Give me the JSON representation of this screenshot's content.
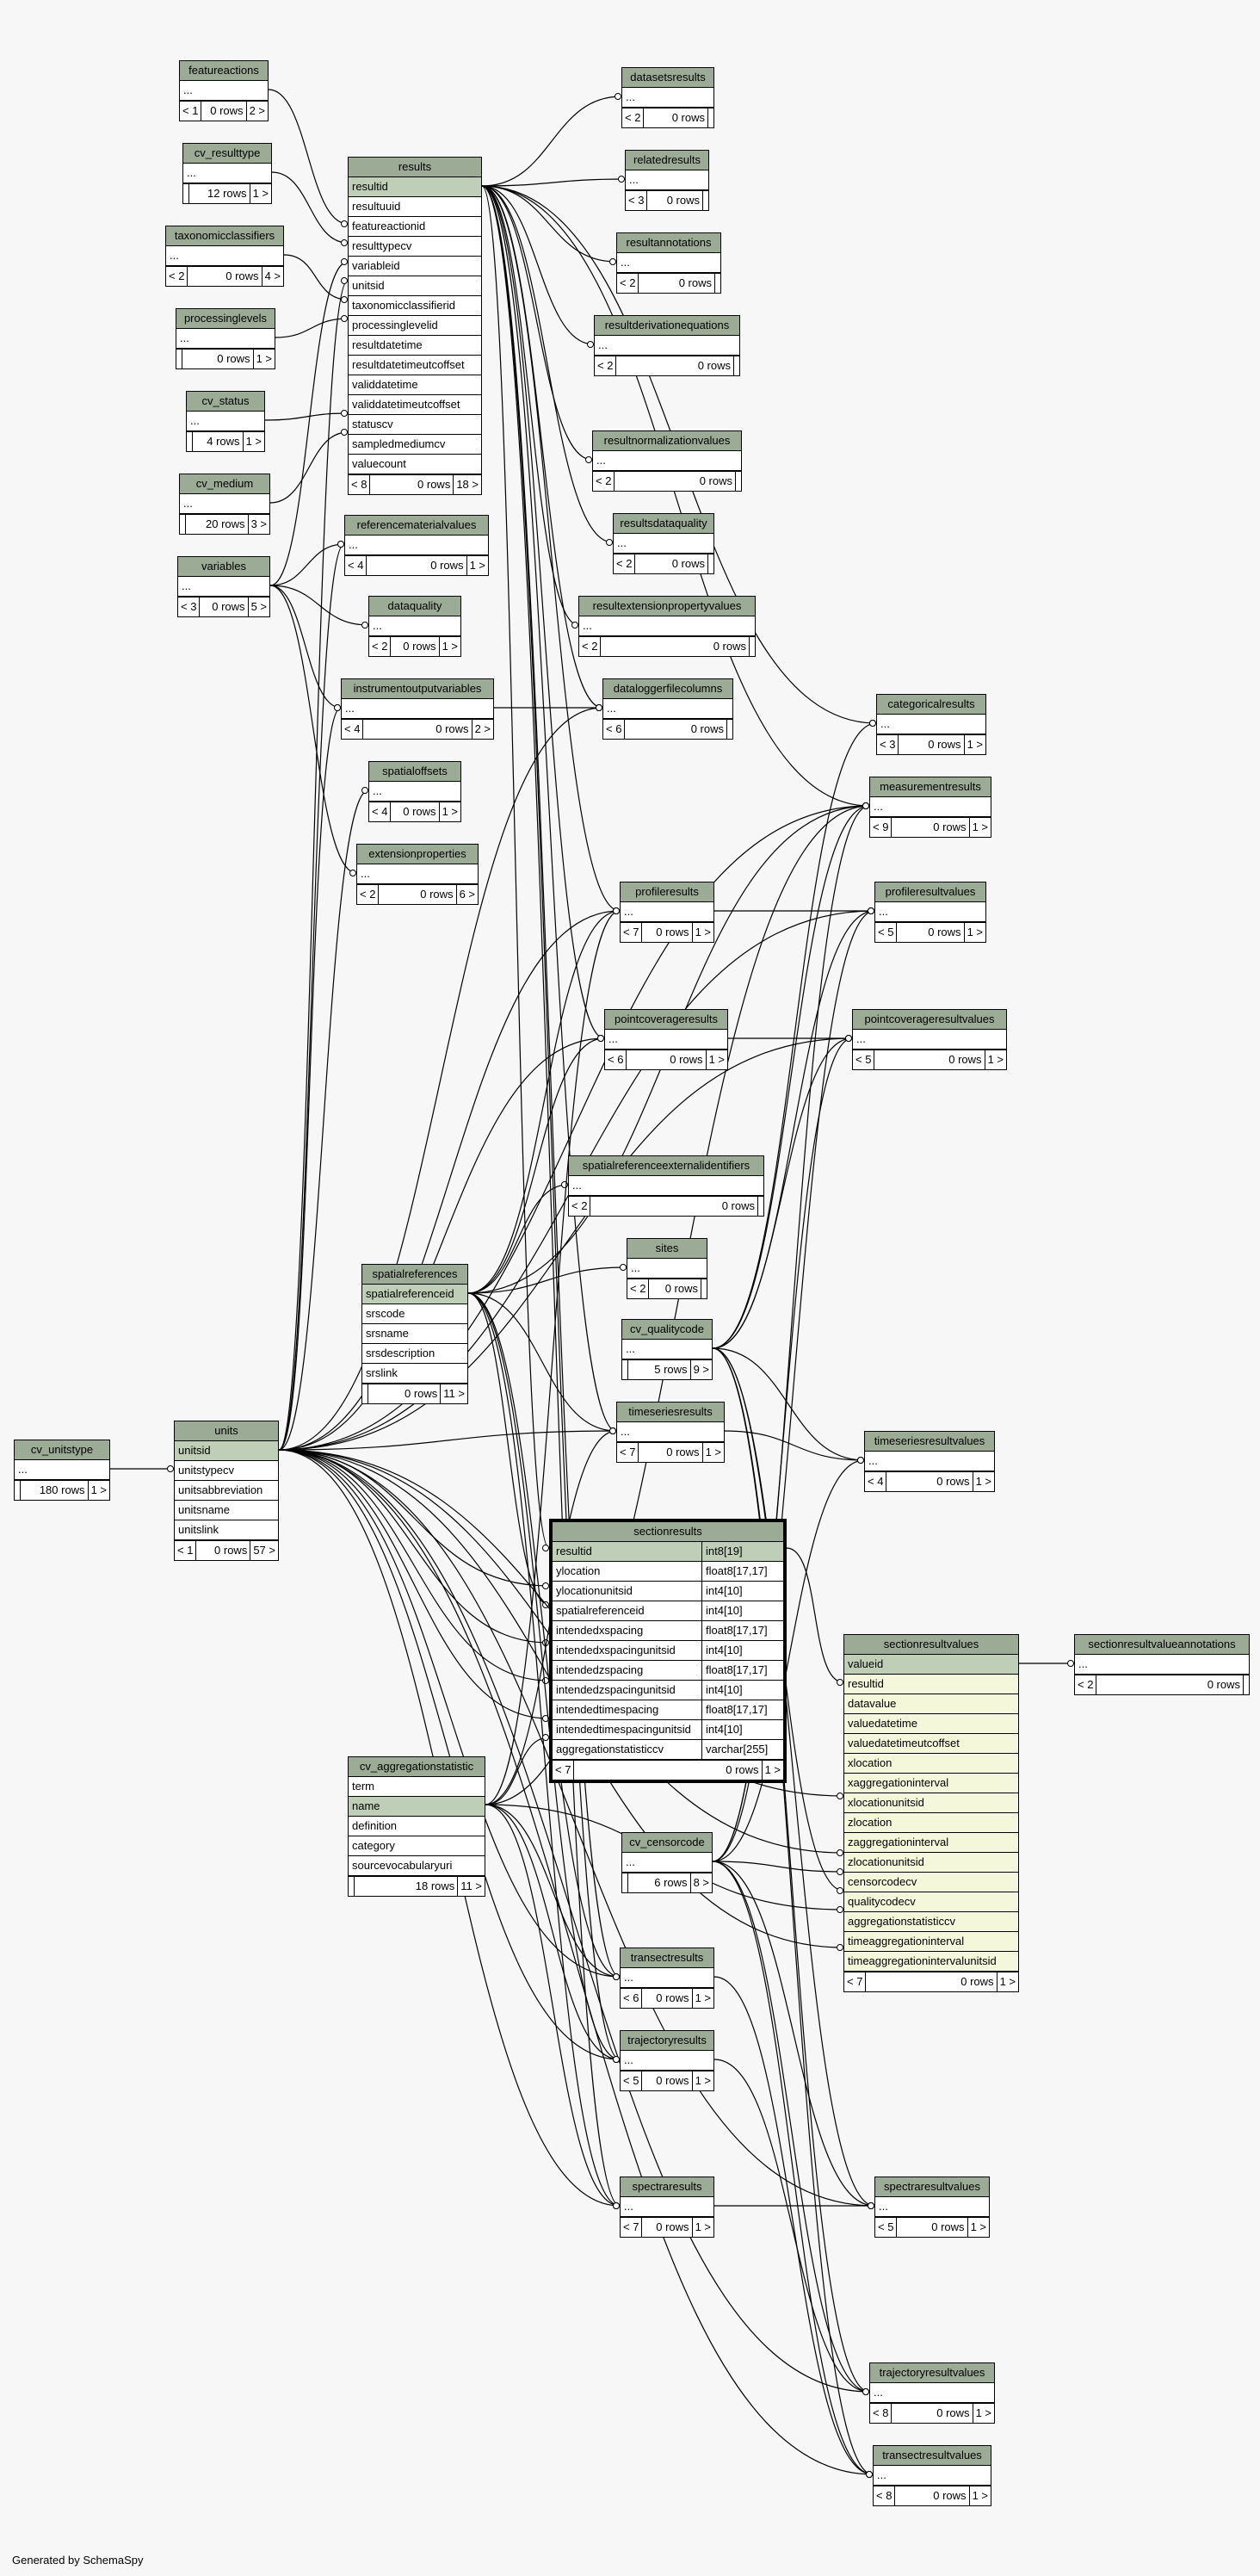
{
  "footer": "Generated by SchemaSpy",
  "tables": {
    "featureactions": {
      "name": "featureactions",
      "rows": [
        "..."
      ],
      "footer": [
        "< 1",
        "0 rows",
        "2 >"
      ]
    },
    "cv_resulttype": {
      "name": "cv_resulttype",
      "rows": [
        "..."
      ],
      "footer": [
        "",
        "12 rows",
        "1 >"
      ]
    },
    "taxonomicclassifiers": {
      "name": "taxonomicclassifiers",
      "rows": [
        "..."
      ],
      "footer": [
        "< 2",
        "0 rows",
        "4 >"
      ]
    },
    "processinglevels": {
      "name": "processinglevels",
      "rows": [
        "..."
      ],
      "footer": [
        "",
        "0 rows",
        "1 >"
      ]
    },
    "cv_status": {
      "name": "cv_status",
      "rows": [
        "..."
      ],
      "footer": [
        "",
        "4 rows",
        "1 >"
      ]
    },
    "cv_medium": {
      "name": "cv_medium",
      "rows": [
        "..."
      ],
      "footer": [
        "",
        "20 rows",
        "3 >"
      ]
    },
    "variables": {
      "name": "variables",
      "rows": [
        "..."
      ],
      "footer": [
        "< 3",
        "0 rows",
        "5 >"
      ]
    },
    "results": {
      "name": "results",
      "rows": [
        "resultid",
        "resultuuid",
        "featureactionid",
        "resulttypecv",
        "variableid",
        "unitsid",
        "taxonomicclassifierid",
        "processinglevelid",
        "resultdatetime",
        "resultdatetimeutcoffset",
        "validdatetime",
        "validdatetimeutcoffset",
        "statuscv",
        "sampledmediumcv",
        "valuecount"
      ],
      "footer": [
        "< 8",
        "0 rows",
        "18 >"
      ]
    },
    "referencematerialvalues": {
      "name": "referencematerialvalues",
      "rows": [
        "..."
      ],
      "footer": [
        "< 4",
        "0 rows",
        "1 >"
      ]
    },
    "dataquality": {
      "name": "dataquality",
      "rows": [
        "..."
      ],
      "footer": [
        "< 2",
        "0 rows",
        "1 >"
      ]
    },
    "instrumentoutputvariables": {
      "name": "instrumentoutputvariables",
      "rows": [
        "..."
      ],
      "footer": [
        "< 4",
        "0 rows",
        "2 >"
      ]
    },
    "spatialoffsets": {
      "name": "spatialoffsets",
      "rows": [
        "..."
      ],
      "footer": [
        "< 4",
        "0 rows",
        "1 >"
      ]
    },
    "extensionproperties": {
      "name": "extensionproperties",
      "rows": [
        "..."
      ],
      "footer": [
        "< 2",
        "0 rows",
        "6 >"
      ]
    },
    "datasetsresults": {
      "name": "datasetsresults",
      "rows": [
        "..."
      ],
      "footer": [
        "< 2",
        "0 rows",
        ""
      ]
    },
    "relatedresults": {
      "name": "relatedresults",
      "rows": [
        "..."
      ],
      "footer": [
        "< 3",
        "0 rows",
        ""
      ]
    },
    "resultannotations": {
      "name": "resultannotations",
      "rows": [
        "..."
      ],
      "footer": [
        "< 2",
        "0 rows",
        ""
      ]
    },
    "resultderivationequations": {
      "name": "resultderivationequations",
      "rows": [
        "..."
      ],
      "footer": [
        "< 2",
        "0 rows",
        ""
      ]
    },
    "resultnormalizationvalues": {
      "name": "resultnormalizationvalues",
      "rows": [
        "..."
      ],
      "footer": [
        "< 2",
        "0 rows",
        ""
      ]
    },
    "resultsdataquality": {
      "name": "resultsdataquality",
      "rows": [
        "..."
      ],
      "footer": [
        "< 2",
        "0 rows",
        ""
      ]
    },
    "resultextensionpropertyvalues": {
      "name": "resultextensionpropertyvalues",
      "rows": [
        "..."
      ],
      "footer": [
        "< 2",
        "0 rows",
        ""
      ]
    },
    "dataloggerfilecolumns": {
      "name": "dataloggerfilecolumns",
      "rows": [
        "..."
      ],
      "footer": [
        "< 6",
        "0 rows",
        ""
      ]
    },
    "categoricalresults": {
      "name": "categoricalresults",
      "rows": [
        "..."
      ],
      "footer": [
        "< 3",
        "0 rows",
        "1 >"
      ]
    },
    "measurementresults": {
      "name": "measurementresults",
      "rows": [
        "..."
      ],
      "footer": [
        "< 9",
        "0 rows",
        "1 >"
      ]
    },
    "profileresults": {
      "name": "profileresults",
      "rows": [
        "..."
      ],
      "footer": [
        "< 7",
        "0 rows",
        "1 >"
      ]
    },
    "profileresultvalues": {
      "name": "profileresultvalues",
      "rows": [
        "..."
      ],
      "footer": [
        "< 5",
        "0 rows",
        "1 >"
      ]
    },
    "pointcoverageresults": {
      "name": "pointcoverageresults",
      "rows": [
        "..."
      ],
      "footer": [
        "< 6",
        "0 rows",
        "1 >"
      ]
    },
    "pointcoverageresultvalues": {
      "name": "pointcoverageresultvalues",
      "rows": [
        "..."
      ],
      "footer": [
        "< 5",
        "0 rows",
        "1 >"
      ]
    },
    "spatialreferenceexternalidentifiers": {
      "name": "spatialreferenceexternalidentifiers",
      "rows": [
        "..."
      ],
      "footer": [
        "< 2",
        "0 rows",
        ""
      ]
    },
    "sites": {
      "name": "sites",
      "rows": [
        "..."
      ],
      "footer": [
        "< 2",
        "0 rows",
        ""
      ]
    },
    "spatialreferences": {
      "name": "spatialreferences",
      "rows": [
        "spatialreferenceid",
        "srscode",
        "srsname",
        "srsdescription",
        "srslink"
      ],
      "footer": [
        "",
        "0 rows",
        "11 >"
      ]
    },
    "cv_qualitycode": {
      "name": "cv_qualitycode",
      "rows": [
        "..."
      ],
      "footer": [
        "",
        "5 rows",
        "9 >"
      ]
    },
    "timeseriesresults": {
      "name": "timeseriesresults",
      "rows": [
        "..."
      ],
      "footer": [
        "< 7",
        "0 rows",
        "1 >"
      ]
    },
    "timeseriesresultvalues": {
      "name": "timeseriesresultvalues",
      "rows": [
        "..."
      ],
      "footer": [
        "< 4",
        "0 rows",
        "1 >"
      ]
    },
    "cv_unitstype": {
      "name": "cv_unitstype",
      "rows": [
        "..."
      ],
      "footer": [
        "",
        "180 rows",
        "1 >"
      ]
    },
    "units": {
      "name": "units",
      "rows": [
        "unitsid",
        "unitstypecv",
        "unitsabbreviation",
        "unitsname",
        "unitslink"
      ],
      "footer": [
        "< 1",
        "0 rows",
        "57 >"
      ]
    },
    "sectionresults": {
      "name": "sectionresults",
      "rows": [
        [
          "resultid",
          "int8[19]"
        ],
        [
          "ylocation",
          "float8[17,17]"
        ],
        [
          "ylocationunitsid",
          "int4[10]"
        ],
        [
          "spatialreferenceid",
          "int4[10]"
        ],
        [
          "intendedxspacing",
          "float8[17,17]"
        ],
        [
          "intendedxspacingunitsid",
          "int4[10]"
        ],
        [
          "intendedzspacing",
          "float8[17,17]"
        ],
        [
          "intendedzspacingunitsid",
          "int4[10]"
        ],
        [
          "intendedtimespacing",
          "float8[17,17]"
        ],
        [
          "intendedtimespacingunitsid",
          "int4[10]"
        ],
        [
          "aggregationstatisticcv",
          "varchar[255]"
        ]
      ],
      "footer": [
        "< 7",
        "0 rows",
        "1 >"
      ]
    },
    "sectionresultvalues": {
      "name": "sectionresultvalues",
      "rows": [
        "valueid",
        "resultid",
        "datavalue",
        "valuedatetime",
        "valuedatetimeutcoffset",
        "xlocation",
        "xaggregationinterval",
        "xlocationunitsid",
        "zlocation",
        "zaggregationinterval",
        "zlocationunitsid",
        "censorcodecv",
        "qualitycodecv",
        "aggregationstatisticcv",
        "timeaggregationinterval",
        "timeaggregationintervalunitsid"
      ],
      "footer": [
        "< 7",
        "0 rows",
        "1 >"
      ]
    },
    "sectionresultvalueannotations": {
      "name": "sectionresultvalueannotations",
      "rows": [
        "..."
      ],
      "footer": [
        "< 2",
        "0 rows",
        ""
      ]
    },
    "cv_aggregationstatistic": {
      "name": "cv_aggregationstatistic",
      "rows": [
        "term",
        "name",
        "definition",
        "category",
        "sourcevocabularyuri"
      ],
      "footer": [
        "",
        "18 rows",
        "11 >"
      ]
    },
    "cv_censorcode": {
      "name": "cv_censorcode",
      "rows": [
        "..."
      ],
      "footer": [
        "",
        "6 rows",
        "8 >"
      ]
    },
    "transectresults": {
      "name": "transectresults",
      "rows": [
        "..."
      ],
      "footer": [
        "< 6",
        "0 rows",
        "1 >"
      ]
    },
    "trajectoryresults": {
      "name": "trajectoryresults",
      "rows": [
        "..."
      ],
      "footer": [
        "< 5",
        "0 rows",
        "1 >"
      ]
    },
    "spectraresults": {
      "name": "spectraresults",
      "rows": [
        "..."
      ],
      "footer": [
        "< 7",
        "0 rows",
        "1 >"
      ]
    },
    "spectraresultvalues": {
      "name": "spectraresultvalues",
      "rows": [
        "..."
      ],
      "footer": [
        "< 5",
        "0 rows",
        "1 >"
      ]
    },
    "trajectoryresultvalues": {
      "name": "trajectoryresultvalues",
      "rows": [
        "..."
      ],
      "footer": [
        "< 8",
        "0 rows",
        "1 >"
      ]
    },
    "transectresultvalues": {
      "name": "transectresultvalues",
      "rows": [
        "..."
      ],
      "footer": [
        "< 8",
        "0 rows",
        "1 >"
      ]
    }
  }
}
